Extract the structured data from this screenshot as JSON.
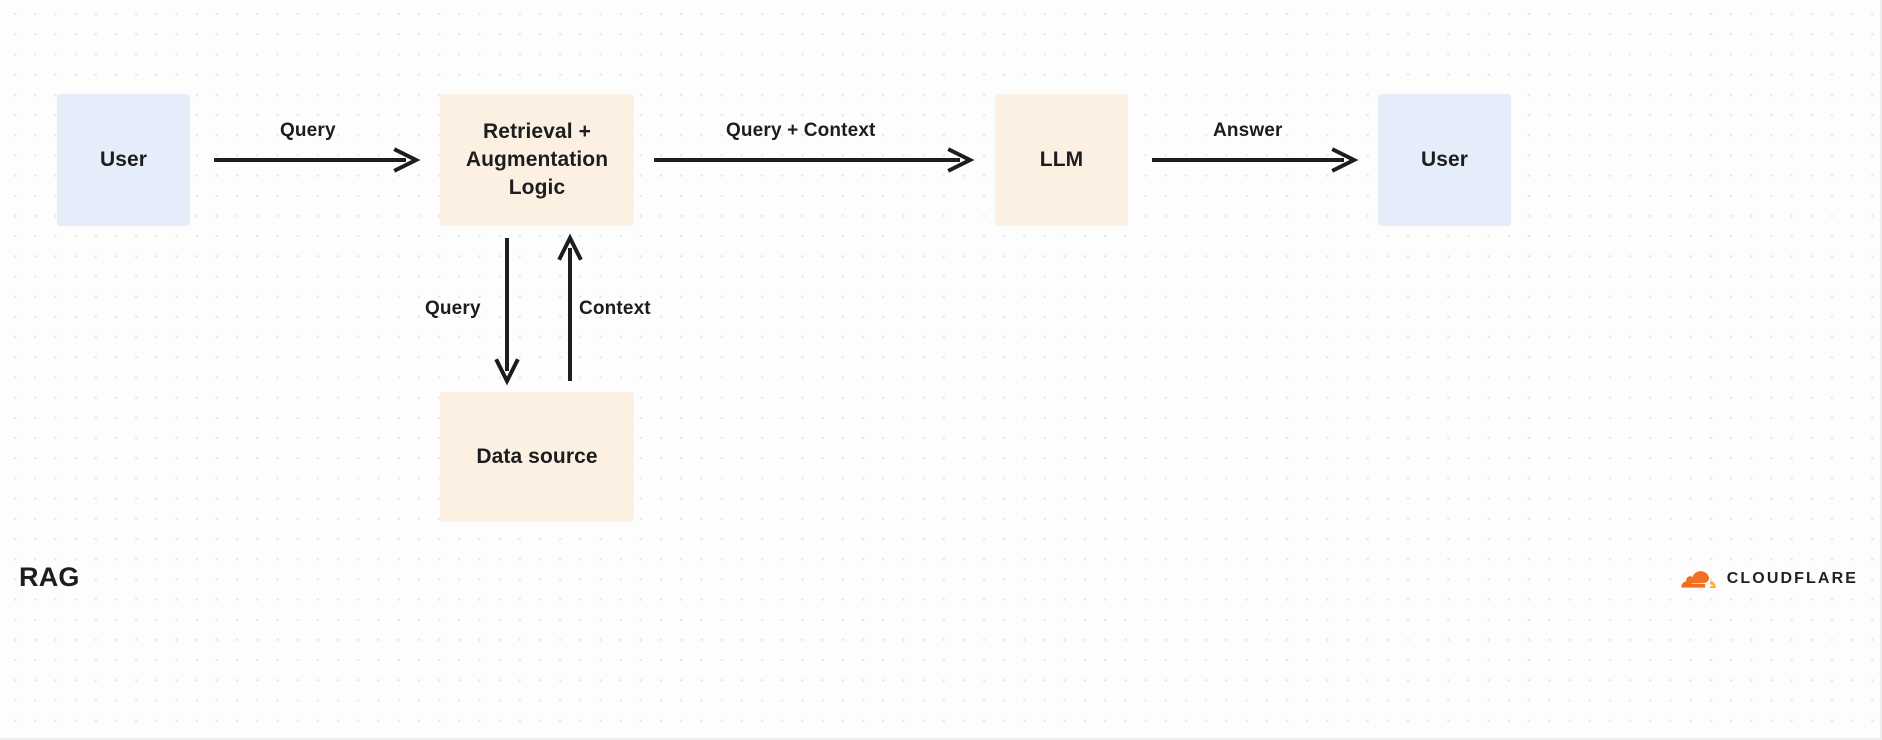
{
  "diagram": {
    "title": "RAG",
    "nodes": [
      {
        "id": "user-left",
        "label": "User",
        "type": "user",
        "color": "#e5edfa"
      },
      {
        "id": "retrieval",
        "label": "Retrieval + Augmentation Logic",
        "type": "accent",
        "color": "#fcf0e3"
      },
      {
        "id": "llm",
        "label": "LLM",
        "type": "accent",
        "color": "#fcf0e3"
      },
      {
        "id": "user-right",
        "label": "User",
        "type": "user",
        "color": "#e5edfa"
      },
      {
        "id": "datasource",
        "label": "Data source",
        "type": "accent",
        "color": "#fcf0e3"
      }
    ],
    "edges": [
      {
        "id": "query-1",
        "label": "Query",
        "from": "user-left",
        "to": "retrieval",
        "direction": "right"
      },
      {
        "id": "query-context",
        "label": "Query + Context",
        "from": "retrieval",
        "to": "llm",
        "direction": "right"
      },
      {
        "id": "answer",
        "label": "Answer",
        "from": "llm",
        "to": "user-right",
        "direction": "right"
      },
      {
        "id": "query-down",
        "label": "Query",
        "from": "retrieval",
        "to": "datasource",
        "direction": "down"
      },
      {
        "id": "context-up",
        "label": "Context",
        "from": "datasource",
        "to": "retrieval",
        "direction": "up"
      }
    ],
    "arrow_color": "#1d1d1f"
  },
  "footer": {
    "brand": "CLOUDFLARE",
    "brand_mark_colors": {
      "cloud_dark": "#f06f22",
      "cloud_light": "#faad3f"
    }
  }
}
